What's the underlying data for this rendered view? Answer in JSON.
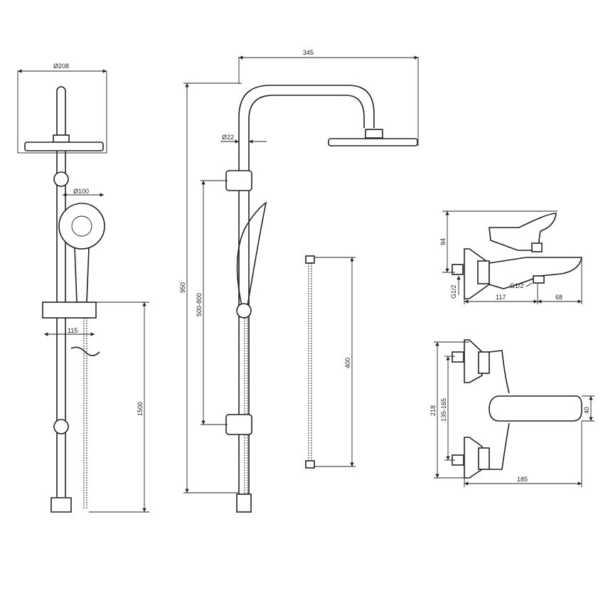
{
  "dimensions": {
    "overhead_diameter": "Ø208",
    "hand_shower_diameter": "Ø100",
    "holder_width": "115",
    "rail_height": "1500",
    "arm_reach": "345",
    "pipe_diameter": "Ø22",
    "total_height": "950",
    "adjustable_range": "500-800",
    "hose_length": "400",
    "mixer_height": "94",
    "inlet_thread": "G1/2",
    "outlet_thread": "G1/2",
    "mixer_depth": "117",
    "spout_projection": "68",
    "mixer_width": "218",
    "inlet_spacing": "135-165",
    "handle_width": "40",
    "mixer_total_depth": "185"
  }
}
